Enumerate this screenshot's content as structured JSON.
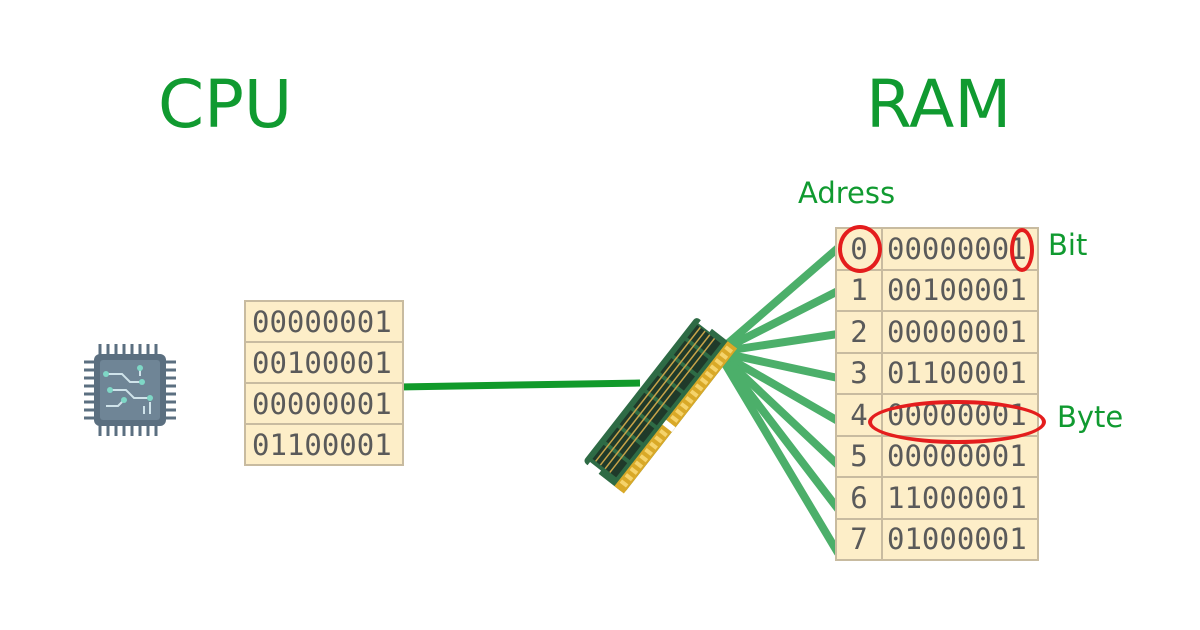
{
  "titles": {
    "cpu": "CPU",
    "ram": "RAM"
  },
  "labels": {
    "adress": "Adress",
    "bit": "Bit",
    "byte": "Byte"
  },
  "cpu_register": [
    "00000001",
    "00100001",
    "00000001",
    "01100001"
  ],
  "ram": {
    "rows": [
      {
        "address": "0",
        "value": "00000001"
      },
      {
        "address": "1",
        "value": "00100001"
      },
      {
        "address": "2",
        "value": "00000001"
      },
      {
        "address": "3",
        "value": "01100001"
      },
      {
        "address": "4",
        "value": "00000001"
      },
      {
        "address": "5",
        "value": "00000001"
      },
      {
        "address": "6",
        "value": "11000001"
      },
      {
        "address": "7",
        "value": "01000001"
      }
    ]
  },
  "highlights": {
    "address_row": 0,
    "bit_row": 0,
    "byte_row": 4
  },
  "colors": {
    "green_text": "#109a30",
    "bus_line": "#119a2a",
    "fan_lines": "#4caf6a",
    "cell_bg": "#fdeec8",
    "highlight": "#e41d1d",
    "chip_body": "#5b6f80",
    "module_pcb": "#2e6b45"
  },
  "icons": {
    "cpu": "cpu-chip-icon",
    "ram": "ram-module-icon"
  }
}
